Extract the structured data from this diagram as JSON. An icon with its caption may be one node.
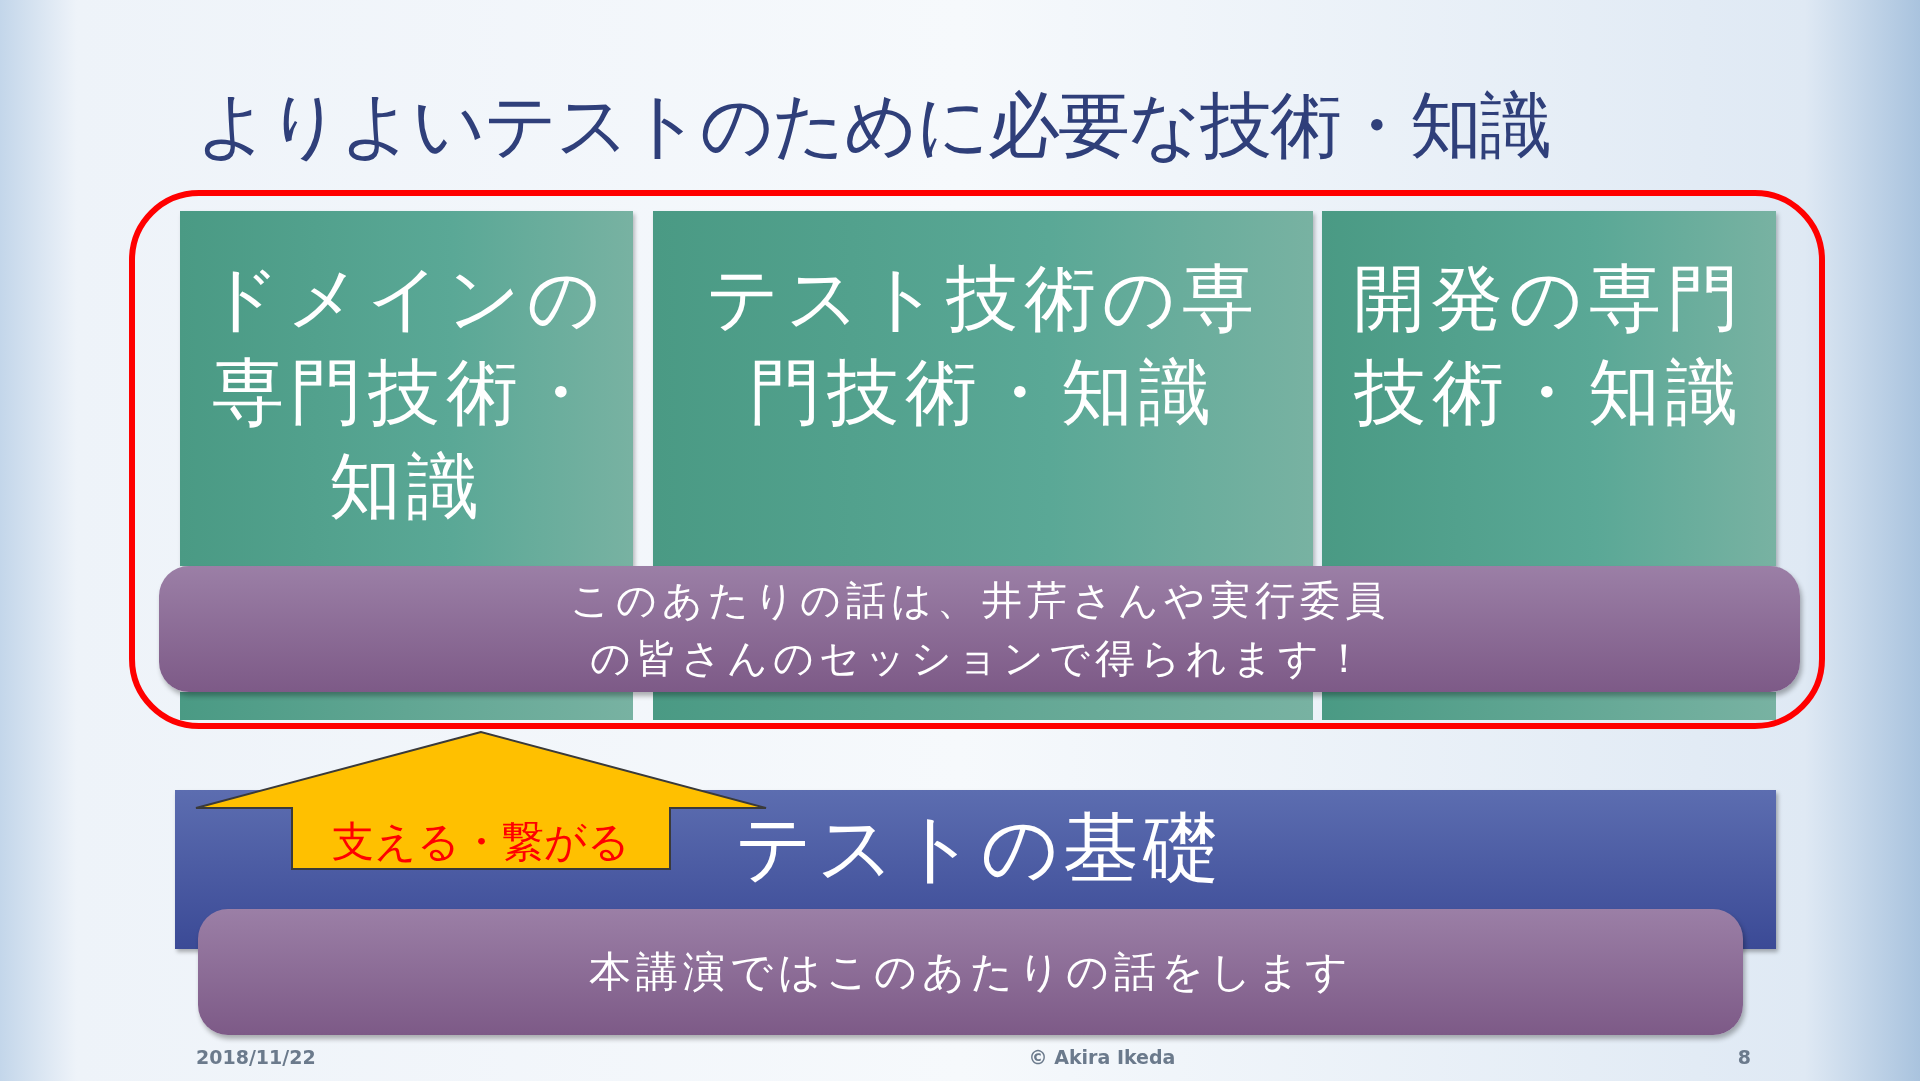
{
  "diagram": {
    "title": "よりよいテストのために必要な技術・知識",
    "nodes": [
      {
        "text": [],
        "shape": "box"
      },
      {
        "text": [
          "ドメインの専門技術・知識"
        ],
        "in": 0
      },
      {
        "text": [
          "テスト技術の専門技術・知識"
        ],
        "in": 0
      },
      {
        "text": [
          "開発の専門技術・知識"
        ],
        "in": 0
      },
      {
        "text": [
          "このあたりの話は、井芹さんや実行委員の皆さんのセッションで得られます！"
        ],
        "in": 0
      },
      {
        "text": [
          "テストの基礎"
        ]
      },
      {
        "text": [
          "本講演ではこのあたりの話をします"
        ]
      }
    ],
    "edges": [
      {
        "from": 5,
        "to": 0,
        "arrow": "to",
        "label": "支える・繋がる",
        "style": "thick"
      }
    ],
    "labels": [
      "2018/11/22",
      "© Akira Ikeda",
      "8"
    ]
  }
}
